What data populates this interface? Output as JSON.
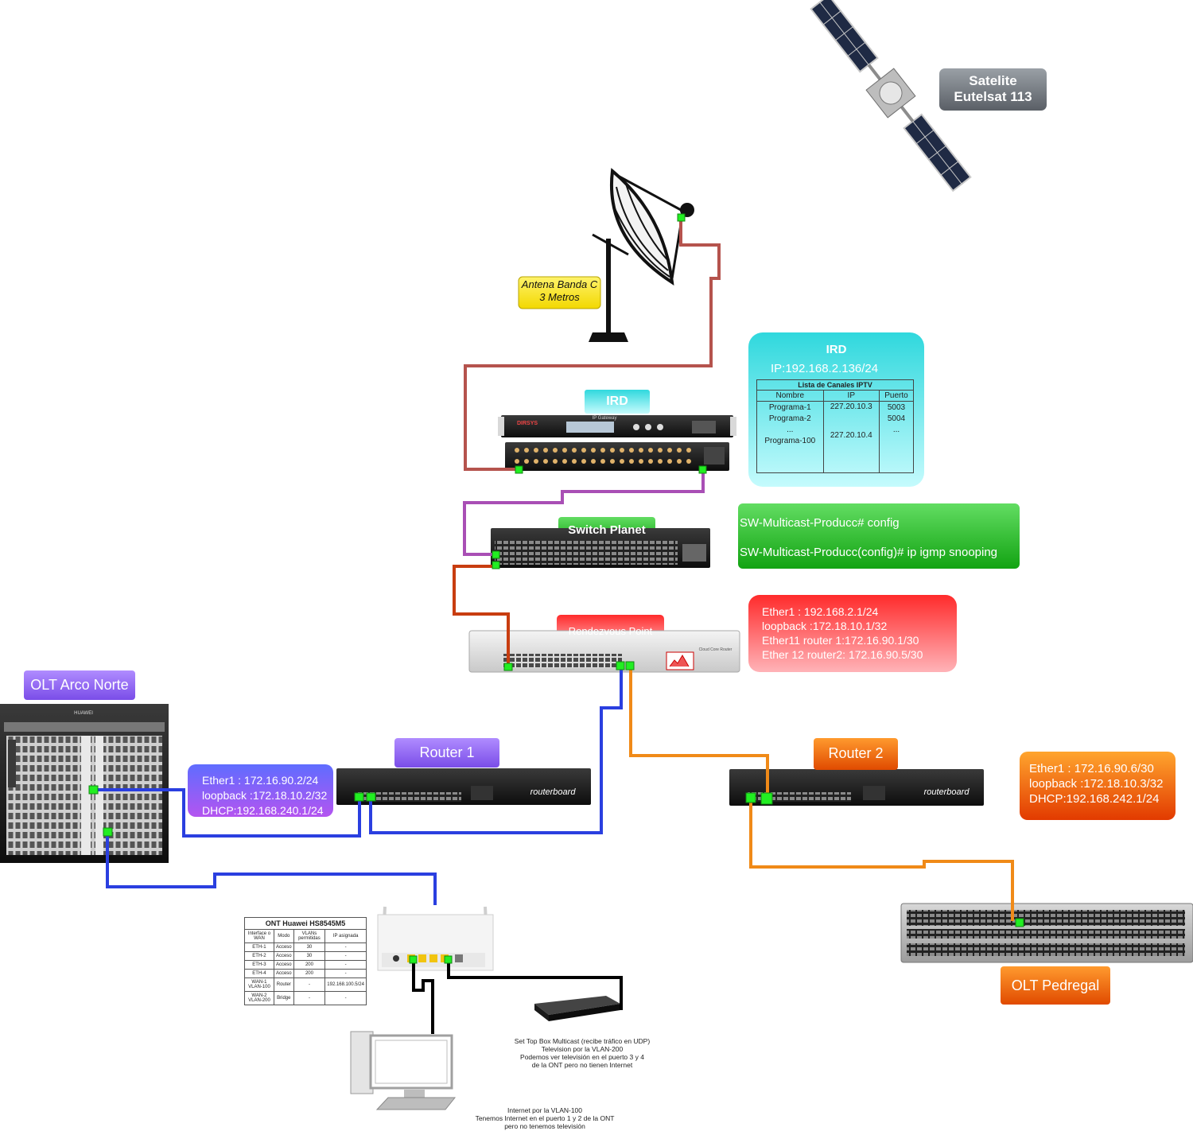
{
  "satellite": {
    "title": "Satelite\nEutelsat 113"
  },
  "antenna": {
    "label": "Antena Banda C\n3 Metros"
  },
  "ird": {
    "label": "IRD",
    "panel_title": "IRD",
    "ip": "IP:192.168.2.136/24",
    "device_brand": "DIRSYS",
    "device_model": "IP Gateway",
    "table": {
      "title": "Lista de Canales IPTV",
      "headers": [
        "Nombre",
        "IP",
        "Puerto"
      ],
      "names": "Programa-1\nPrograma-2\n...\nPrograma-100",
      "ips": "227.20.10.3\n\n\n227.20.10.4",
      "ports": "5003\n5004\n..."
    }
  },
  "switch": {
    "label": "Switch Planet",
    "config_line1": "SW-Multicast-Producc# config",
    "config_line2": "SW-Multicast-Producc(config)# ip igmp snooping"
  },
  "rp": {
    "label": "Rendezvous Point",
    "info": "Ether1 : 192.168.2.1/24\nloopback :172.18.10.1/32\nEther11 router 1:172.16.90.1/30\nEther 12 router2: 172.16.90.5/30",
    "device_text": "Cloud Core Router"
  },
  "router1": {
    "label": "Router  1",
    "info": "Ether1 : 172.16.90.2/24\nloopback :172.18.10.2/32\nDHCP:192.168.240.1/24",
    "device_text": "routerboard"
  },
  "router2": {
    "label": "Router  2",
    "info": "Ether1 : 172.16.90.6/30\nloopback :172.18.10.3/32\nDHCP:192.168.242.1/24",
    "device_text": "routerboard"
  },
  "olt_norte": {
    "label": "OLT Arco Norte",
    "brand": "HUAWEI"
  },
  "olt_pedregal": {
    "label": "OLT Pedregal"
  },
  "ont": {
    "title": "ONT Huawei HS8545M5",
    "headers": [
      "Interface o WAN",
      "Modo",
      "VLANs permitidas",
      "IP asignada"
    ],
    "rows": [
      [
        "ETH-1",
        "Acceso",
        "30",
        "-"
      ],
      [
        "ETH-2",
        "Acceso",
        "30",
        "-"
      ],
      [
        "ETH-3",
        "Acceso",
        "200",
        "-"
      ],
      [
        "ETH-4",
        "Acceso",
        "200",
        "-"
      ],
      [
        "WAN-1 VLAN-100",
        "Router",
        "-",
        "192.168.100.5/24"
      ],
      [
        "WAN-2 VLAN-200",
        "Bridge",
        "-",
        "-"
      ]
    ]
  },
  "stb": {
    "caption": "Set Top Box Multicast (recibe tráfico en UDP)\nTelevision por la VLAN-200\nPodemos ver televisión en el puerto 3 y 4\nde la ONT pero no tienen Internet"
  },
  "pc": {
    "caption": "Internet por la VLAN-100\nTenemos Internet en el puerto 1 y 2 de la ONT\npero no tenemos televisión"
  },
  "colors": {
    "satellite_to_ird": "#b5534d",
    "ird_to_switch": "#a94fb5",
    "switch_to_rp": "#c83d10",
    "blue": "#2a3fe0",
    "orange": "#f08a18",
    "black": "#000000",
    "port": "#22ee22"
  }
}
